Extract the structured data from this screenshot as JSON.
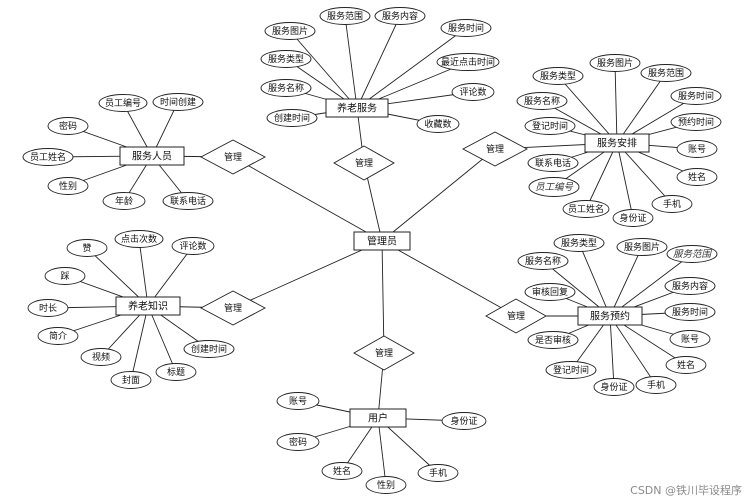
{
  "watermark": "CSDN @铁川毕设程序",
  "entities": [
    {
      "id": "admin",
      "label": "管理员",
      "attributes": []
    },
    {
      "id": "elder_service",
      "label": "养老服务",
      "attributes": [
        "服务图片",
        "服务范围",
        "服务内容",
        "服务时间",
        "最近点击时间",
        "评论数",
        "收藏数",
        "创建时间",
        "服务名称",
        "服务类型"
      ]
    },
    {
      "id": "staff",
      "label": "服务人员",
      "attributes": [
        "员工编号",
        "时间创建",
        "密码",
        "员工姓名",
        "性别",
        "年龄",
        "联系电话"
      ]
    },
    {
      "id": "schedule",
      "label": "服务安排",
      "attributes": [
        "服务类型",
        "服务图片",
        "服务范围",
        "服务名称",
        "服务时间",
        "登记时间",
        "预约时间",
        "账号",
        "联系电话",
        "员工编号",
        "姓名",
        "员工姓名",
        "身份证",
        "手机"
      ]
    },
    {
      "id": "knowledge",
      "label": "养老知识",
      "attributes": [
        "赞",
        "点击次数",
        "评论数",
        "踩",
        "时长",
        "简介",
        "视频",
        "封面",
        "标题",
        "创建时间"
      ]
    },
    {
      "id": "booking",
      "label": "服务预约",
      "attributes": [
        "服务类型",
        "服务图片",
        "服务范围",
        "服务名称",
        "服务内容",
        "审核回复",
        "服务时间",
        "是否审核",
        "账号",
        "姓名",
        "登记时间",
        "身份证",
        "手机"
      ]
    },
    {
      "id": "user",
      "label": "用户",
      "attributes": [
        "账号",
        "身份证",
        "密码",
        "姓名",
        "性别",
        "手机"
      ]
    }
  ],
  "relationships": [
    {
      "label": "管理",
      "between": [
        "admin",
        "elder_service"
      ]
    },
    {
      "label": "管理",
      "between": [
        "admin",
        "staff"
      ]
    },
    {
      "label": "管理",
      "between": [
        "admin",
        "schedule"
      ]
    },
    {
      "label": "管理",
      "between": [
        "admin",
        "knowledge"
      ]
    },
    {
      "label": "管理",
      "between": [
        "admin",
        "booking"
      ]
    },
    {
      "label": "管理",
      "between": [
        "admin",
        "user"
      ]
    }
  ]
}
